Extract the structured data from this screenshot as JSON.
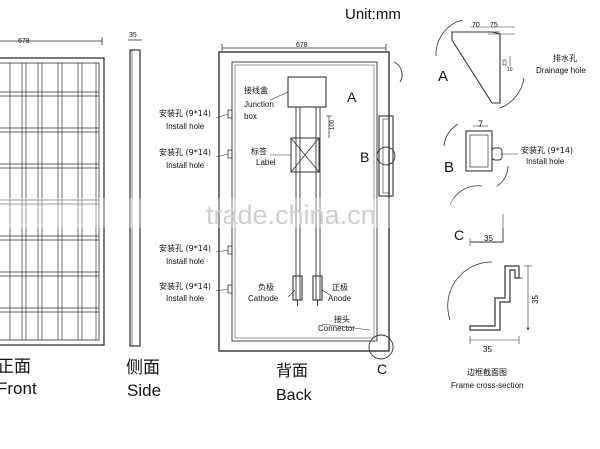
{
  "unit": "Unit:mm",
  "front": {
    "width": "678",
    "zh": "正面",
    "en": "Front"
  },
  "side": {
    "thickness": "35",
    "zh": "侧面",
    "en": "Side"
  },
  "back": {
    "width": "678",
    "zh": "背面",
    "en": "Back",
    "junction_zh": "接线盒",
    "junction_en1": "Junction",
    "junction_en2": "box",
    "label_zh": "标签",
    "label_en": "Label",
    "label_dim": "100",
    "install_zh": "安装孔 (9*14)",
    "install_en": "Install hole",
    "cathode_zh": "负极",
    "cathode_en": "Cathode",
    "anode_zh": "正极",
    "anode_en": "Anode",
    "connector_zh": "接头",
    "connector_en": "Connector",
    "mark_a": "A",
    "mark_b": "B",
    "mark_c": "C"
  },
  "details": {
    "a_letter": "A",
    "a_dim1": "70",
    "a_dim2": "75",
    "a_dim3": "10",
    "drain_zh": "排水孔",
    "drain_en": "Drainage hole",
    "b_letter": "B",
    "b_dim": "7",
    "b_install_zh": "安装孔 (9*14)",
    "b_install_en": "Install hole",
    "c_letter": "C",
    "c_dim": "35",
    "frame_w": "35",
    "frame_h": "35",
    "frame_zh": "边框截面图",
    "frame_en": "Frame cross-section"
  },
  "watermark": "trade.china.cn"
}
